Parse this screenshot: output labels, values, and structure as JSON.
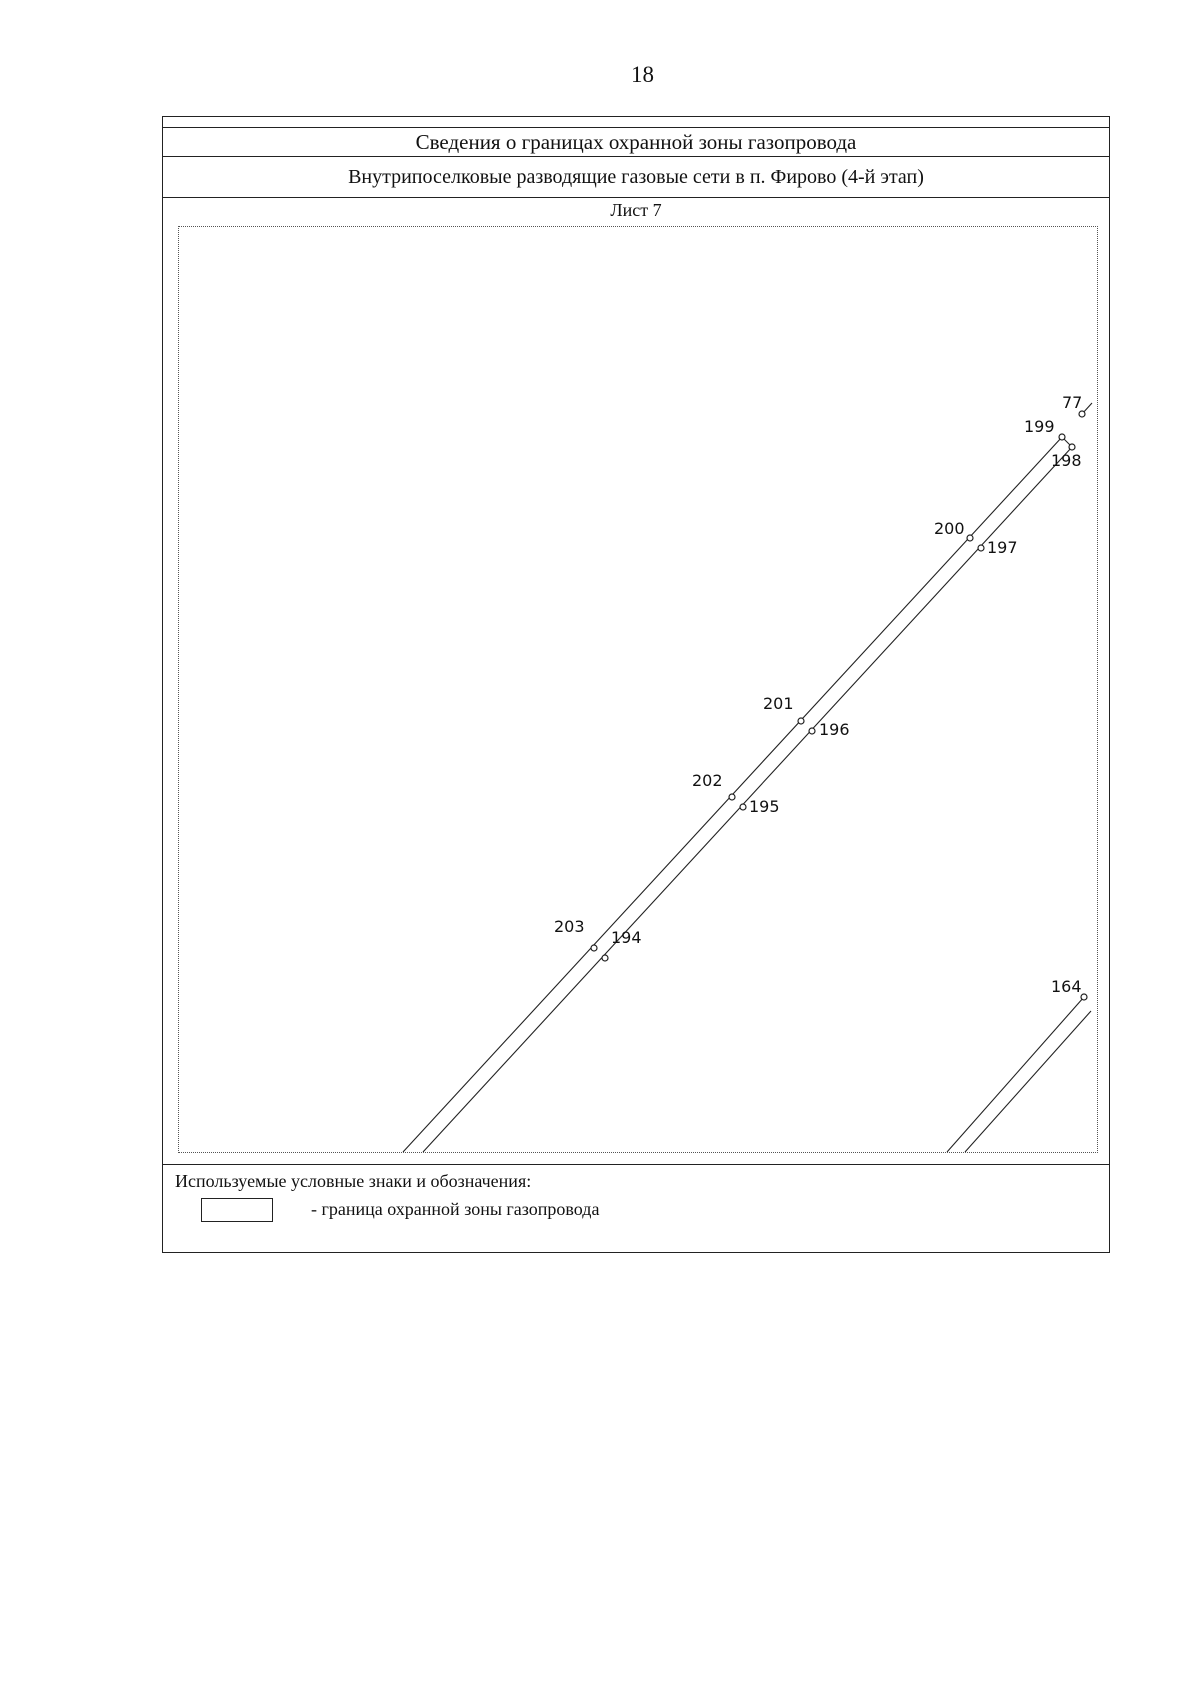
{
  "page_number": "18",
  "header": {
    "title": "Сведения о границах охранной зоны газопровода",
    "subtitle": "Внутрипоселковые разводящие газовые сети в п. Фирово (4-й этап)",
    "sheet": "Лист 7"
  },
  "map": {
    "points": [
      {
        "id": "77",
        "label": "77"
      },
      {
        "id": "199",
        "label": "199"
      },
      {
        "id": "198",
        "label": "198"
      },
      {
        "id": "200",
        "label": "200"
      },
      {
        "id": "197",
        "label": "197"
      },
      {
        "id": "201",
        "label": "201"
      },
      {
        "id": "196",
        "label": "196"
      },
      {
        "id": "202",
        "label": "202"
      },
      {
        "id": "195",
        "label": "195"
      },
      {
        "id": "203",
        "label": "203"
      },
      {
        "id": "194",
        "label": "194"
      },
      {
        "id": "164",
        "label": "164"
      }
    ]
  },
  "legend": {
    "title": "Используемые условные знаки и обозначения:",
    "items": [
      {
        "symbol": "boundary-rectangle",
        "text": "-  граница охранной зоны газопровода"
      }
    ]
  }
}
